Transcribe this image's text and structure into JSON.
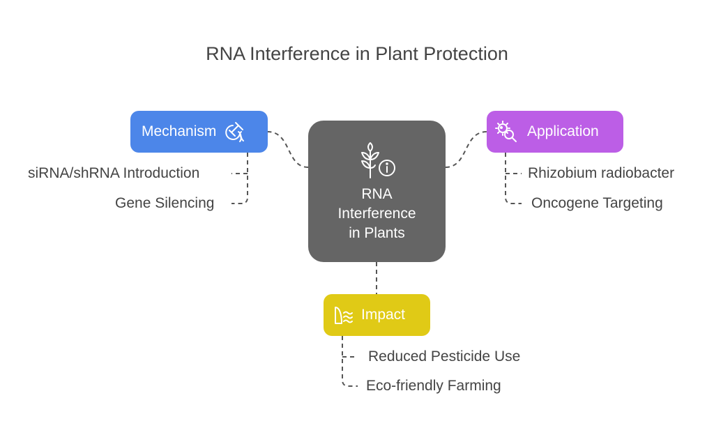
{
  "title": "RNA Interference in Plant Protection",
  "center": {
    "lines": [
      "RNA",
      "Interference",
      "in Plants"
    ],
    "icon": "plant-info-icon",
    "color": "#656565"
  },
  "branches": {
    "mechanism": {
      "label": "Mechanism",
      "icon": "dna-tool-icon",
      "color": "#4c86e9",
      "items": [
        "siRNA/shRNA Introduction",
        "Gene Silencing"
      ]
    },
    "application": {
      "label": "Application",
      "icon": "bacteria-search-icon",
      "color": "#bc5ee6",
      "items": [
        "Rhizobium radiobacter",
        "Oncogene Targeting"
      ]
    },
    "impact": {
      "label": "Impact",
      "icon": "field-waves-icon",
      "color": "#e0ca16",
      "items": [
        "Reduced Pesticide Use",
        "Eco-friendly Farming"
      ]
    }
  }
}
